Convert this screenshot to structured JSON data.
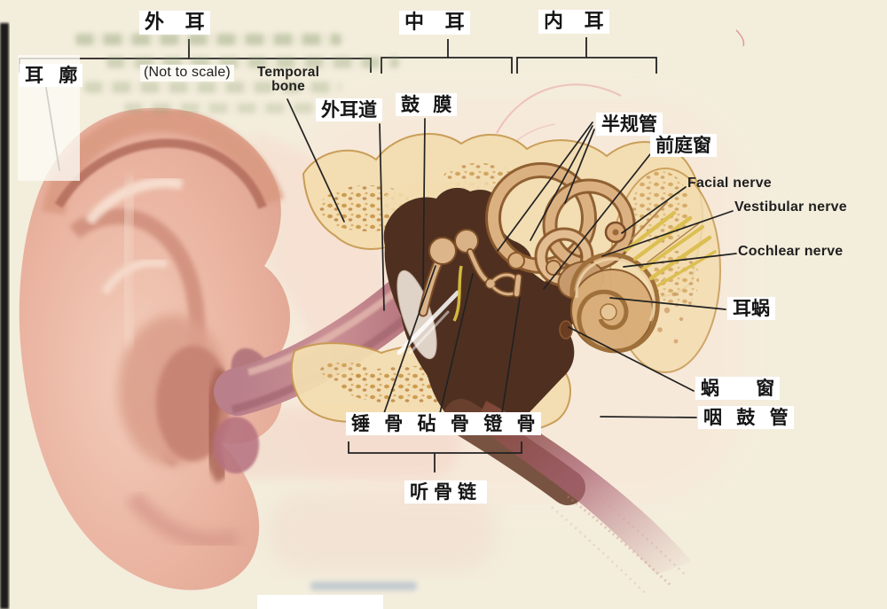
{
  "sections": {
    "outer": "外 耳",
    "middle": "中 耳",
    "inner": "内 耳"
  },
  "note": "(Not to scale)",
  "labels": {
    "auricle": "耳 廓",
    "temporal_bone": "Temporal bone",
    "ear_canal": "外耳道",
    "eardrum": "鼓 膜",
    "semicircular_canals": "半规管",
    "vestibular_window": "前庭窗",
    "facial_nerve": "Facial nerve",
    "vestibular_nerve": "Vestibular nerve",
    "cochlear_nerve": "Cochlear nerve",
    "cochlea": "耳蜗",
    "cochlear_window": "蜗 窗",
    "eustachian_tube": "咽 鼓 管",
    "ossicles": "锤 骨 砧 骨 镫 骨",
    "ossicular_chain": "听骨链"
  },
  "colors": {
    "paper": "#f0ead9",
    "label_text": "#151515",
    "leader_line": "#222222",
    "skin": "#eec0ab",
    "skin_shadow": "#c67f71",
    "bone": "#f3ddb0",
    "bone_speckle": "#c6913f",
    "middle_ear_cavity": "#4f3020",
    "ossicle": "#d9b287",
    "canal_outline": "#8a5a2c",
    "inner_ear_loop": "#dcb181",
    "nerve_yellow": "#dcbf52",
    "eustachian_mauve": "#b5737d",
    "scan_edge": "#111111"
  }
}
